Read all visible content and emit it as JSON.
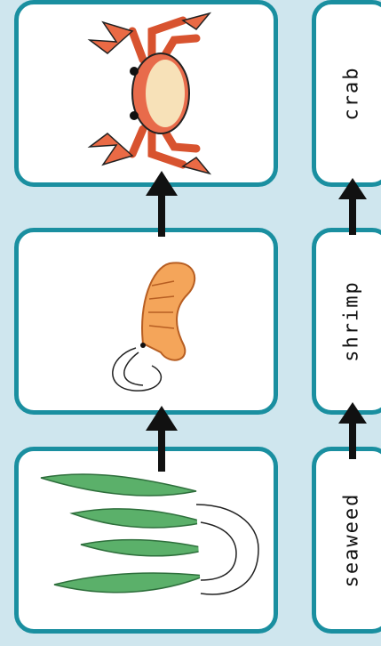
{
  "colors": {
    "background": "#cfe6ee",
    "card_border": "#1a8fa0",
    "arrow": "#111111"
  },
  "food_chain": [
    {
      "label": "crab",
      "icon": "crab-icon"
    },
    {
      "label": "shrimp",
      "icon": "shrimp-icon"
    },
    {
      "label": "seaweed",
      "icon": "seaweed-icon"
    }
  ]
}
